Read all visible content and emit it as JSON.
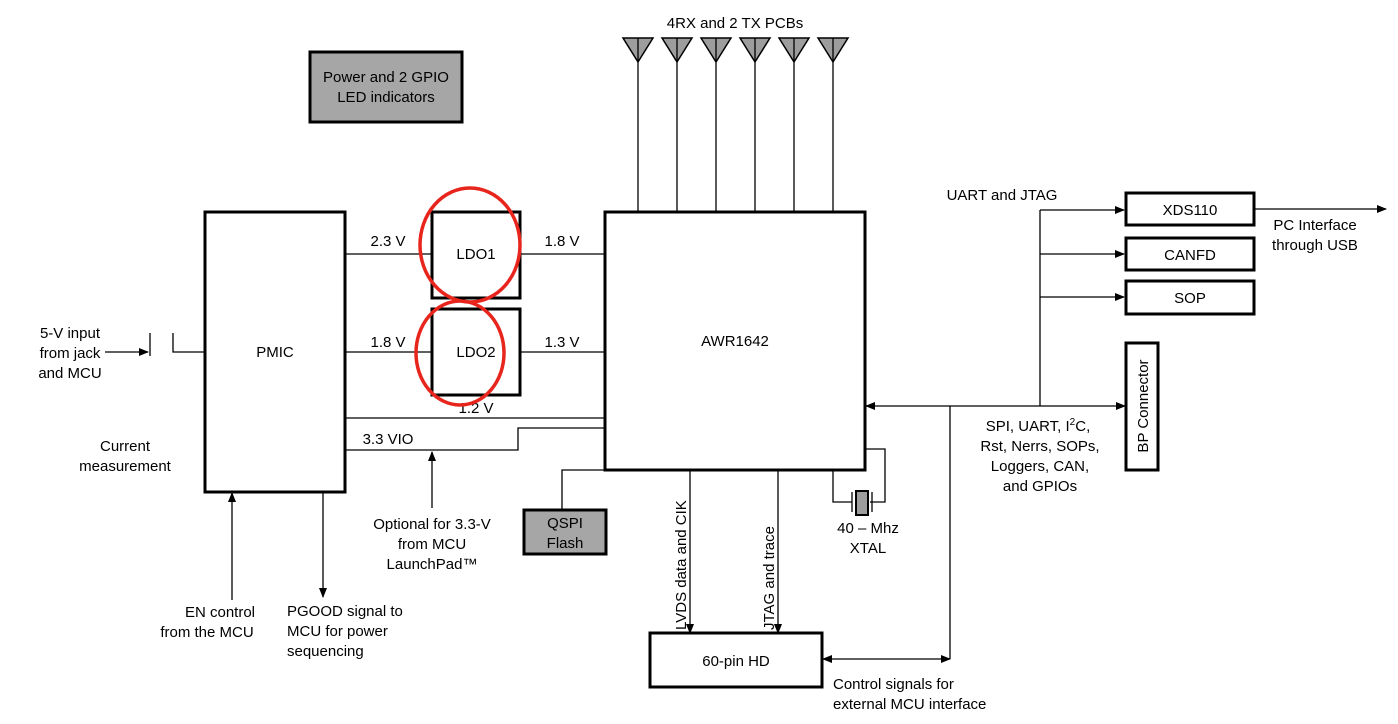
{
  "title_antennas": "4RX and 2 TX PCBs",
  "led_box": {
    "line1": "Power and 2 GPIO",
    "line2": "LED indicators"
  },
  "blocks": {
    "pmic": "PMIC",
    "ldo1": "LDO1",
    "ldo2": "LDO2",
    "awr": "AWR1642",
    "qspi_line1": "QSPI",
    "qspi_line2": "Flash",
    "hd": "60-pin HD",
    "xds": "XDS110",
    "canfd": "CANFD",
    "sop": "SOP",
    "bp": "BP Connector"
  },
  "labels": {
    "v23": "2.3 V",
    "v18a": "1.8 V",
    "v18b": "1.8 V",
    "v13": "1.3 V",
    "v12": "1.2 V",
    "vio": "3.3 VIO",
    "input_l1": "5-V input",
    "input_l2": "from jack",
    "input_l3": "and MCU",
    "current_l1": "Current",
    "current_l2": "measurement",
    "en_l1": "EN control",
    "en_l2": "from the MCU",
    "pgood_l1": "PGOOD signal to",
    "pgood_l2": "MCU for power",
    "pgood_l3": "sequencing",
    "opt_l1": "Optional for 3.3-V",
    "opt_l2": "from MCU",
    "opt_l3": "LaunchPad™",
    "lvds": "LVDS data and CIK",
    "jtag_trace": "JTAG and trace",
    "xtal_l1": "40 – Mhz",
    "xtal_l2": "XTAL",
    "ctrl_l1": "Control signals for",
    "ctrl_l2": "external MCU interface",
    "uart_jtag": "UART and JTAG",
    "pc_l1": "PC Interface",
    "pc_l2": "through USB",
    "spi_pre": "SPI, UART, I",
    "spi_sup": "2",
    "spi_post": "C,",
    "spi_l2": "Rst, Nerrs, SOPs,",
    "spi_l3": "Loggers, CAN,",
    "spi_l4": "and GPIOs"
  },
  "colors": {
    "highlight": "#e8251d",
    "gray_box": "#a6a6a6"
  },
  "highlights": [
    "ldo1",
    "ldo2"
  ]
}
